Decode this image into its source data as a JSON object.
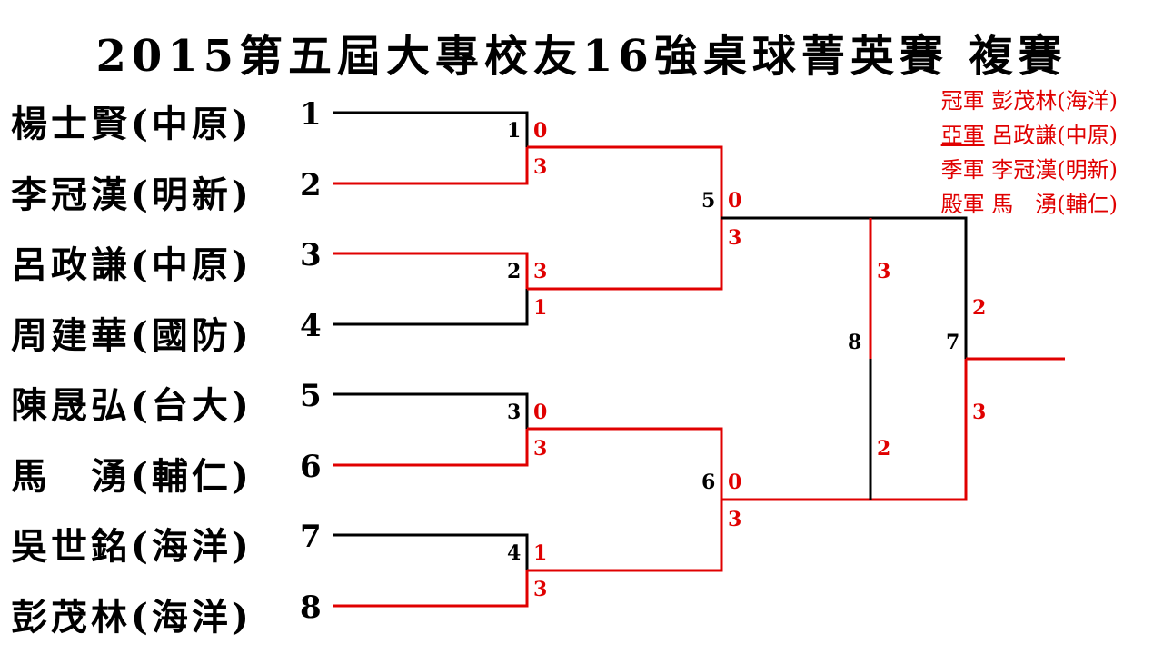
{
  "title": "2015第五屆大專校友16強桌球菁英賽 複賽",
  "colors": {
    "winner_line": "#e00000",
    "loser_line": "#000000",
    "score_text": "#e00000"
  },
  "players": [
    {
      "name": "楊士賢(中原)",
      "seed": "1"
    },
    {
      "name": "李冠漢(明新)",
      "seed": "2"
    },
    {
      "name": "呂政謙(中原)",
      "seed": "3"
    },
    {
      "name": "周建華(國防)",
      "seed": "4"
    },
    {
      "name": "陳晟弘(台大)",
      "seed": "5"
    },
    {
      "name": "馬　湧(輔仁)",
      "seed": "6"
    },
    {
      "name": "吳世銘(海洋)",
      "seed": "7"
    },
    {
      "name": "彭茂林(海洋)",
      "seed": "8"
    }
  ],
  "matches": [
    {
      "number": "1",
      "top_score": "0",
      "bottom_score": "3",
      "winner": "bottom"
    },
    {
      "number": "2",
      "top_score": "3",
      "bottom_score": "1",
      "winner": "top"
    },
    {
      "number": "3",
      "top_score": "0",
      "bottom_score": "3",
      "winner": "bottom"
    },
    {
      "number": "4",
      "top_score": "1",
      "bottom_score": "3",
      "winner": "bottom"
    },
    {
      "number": "5",
      "top_score": "0",
      "bottom_score": "3",
      "winner": "bottom"
    },
    {
      "number": "6",
      "top_score": "0",
      "bottom_score": "3",
      "winner": "bottom"
    },
    {
      "number": "8",
      "top_score": "3",
      "bottom_score": "2",
      "winner": "top"
    },
    {
      "number": "7",
      "top_score": "2",
      "bottom_score": "3",
      "winner": "bottom"
    }
  ],
  "results": [
    {
      "rank": "冠軍",
      "player": "彭茂林(海洋)"
    },
    {
      "rank": "亞軍",
      "player": "呂政謙(中原)"
    },
    {
      "rank": "季軍",
      "player": "李冠漢(明新)"
    },
    {
      "rank": "殿軍",
      "player": "馬　湧(輔仁)"
    }
  ]
}
